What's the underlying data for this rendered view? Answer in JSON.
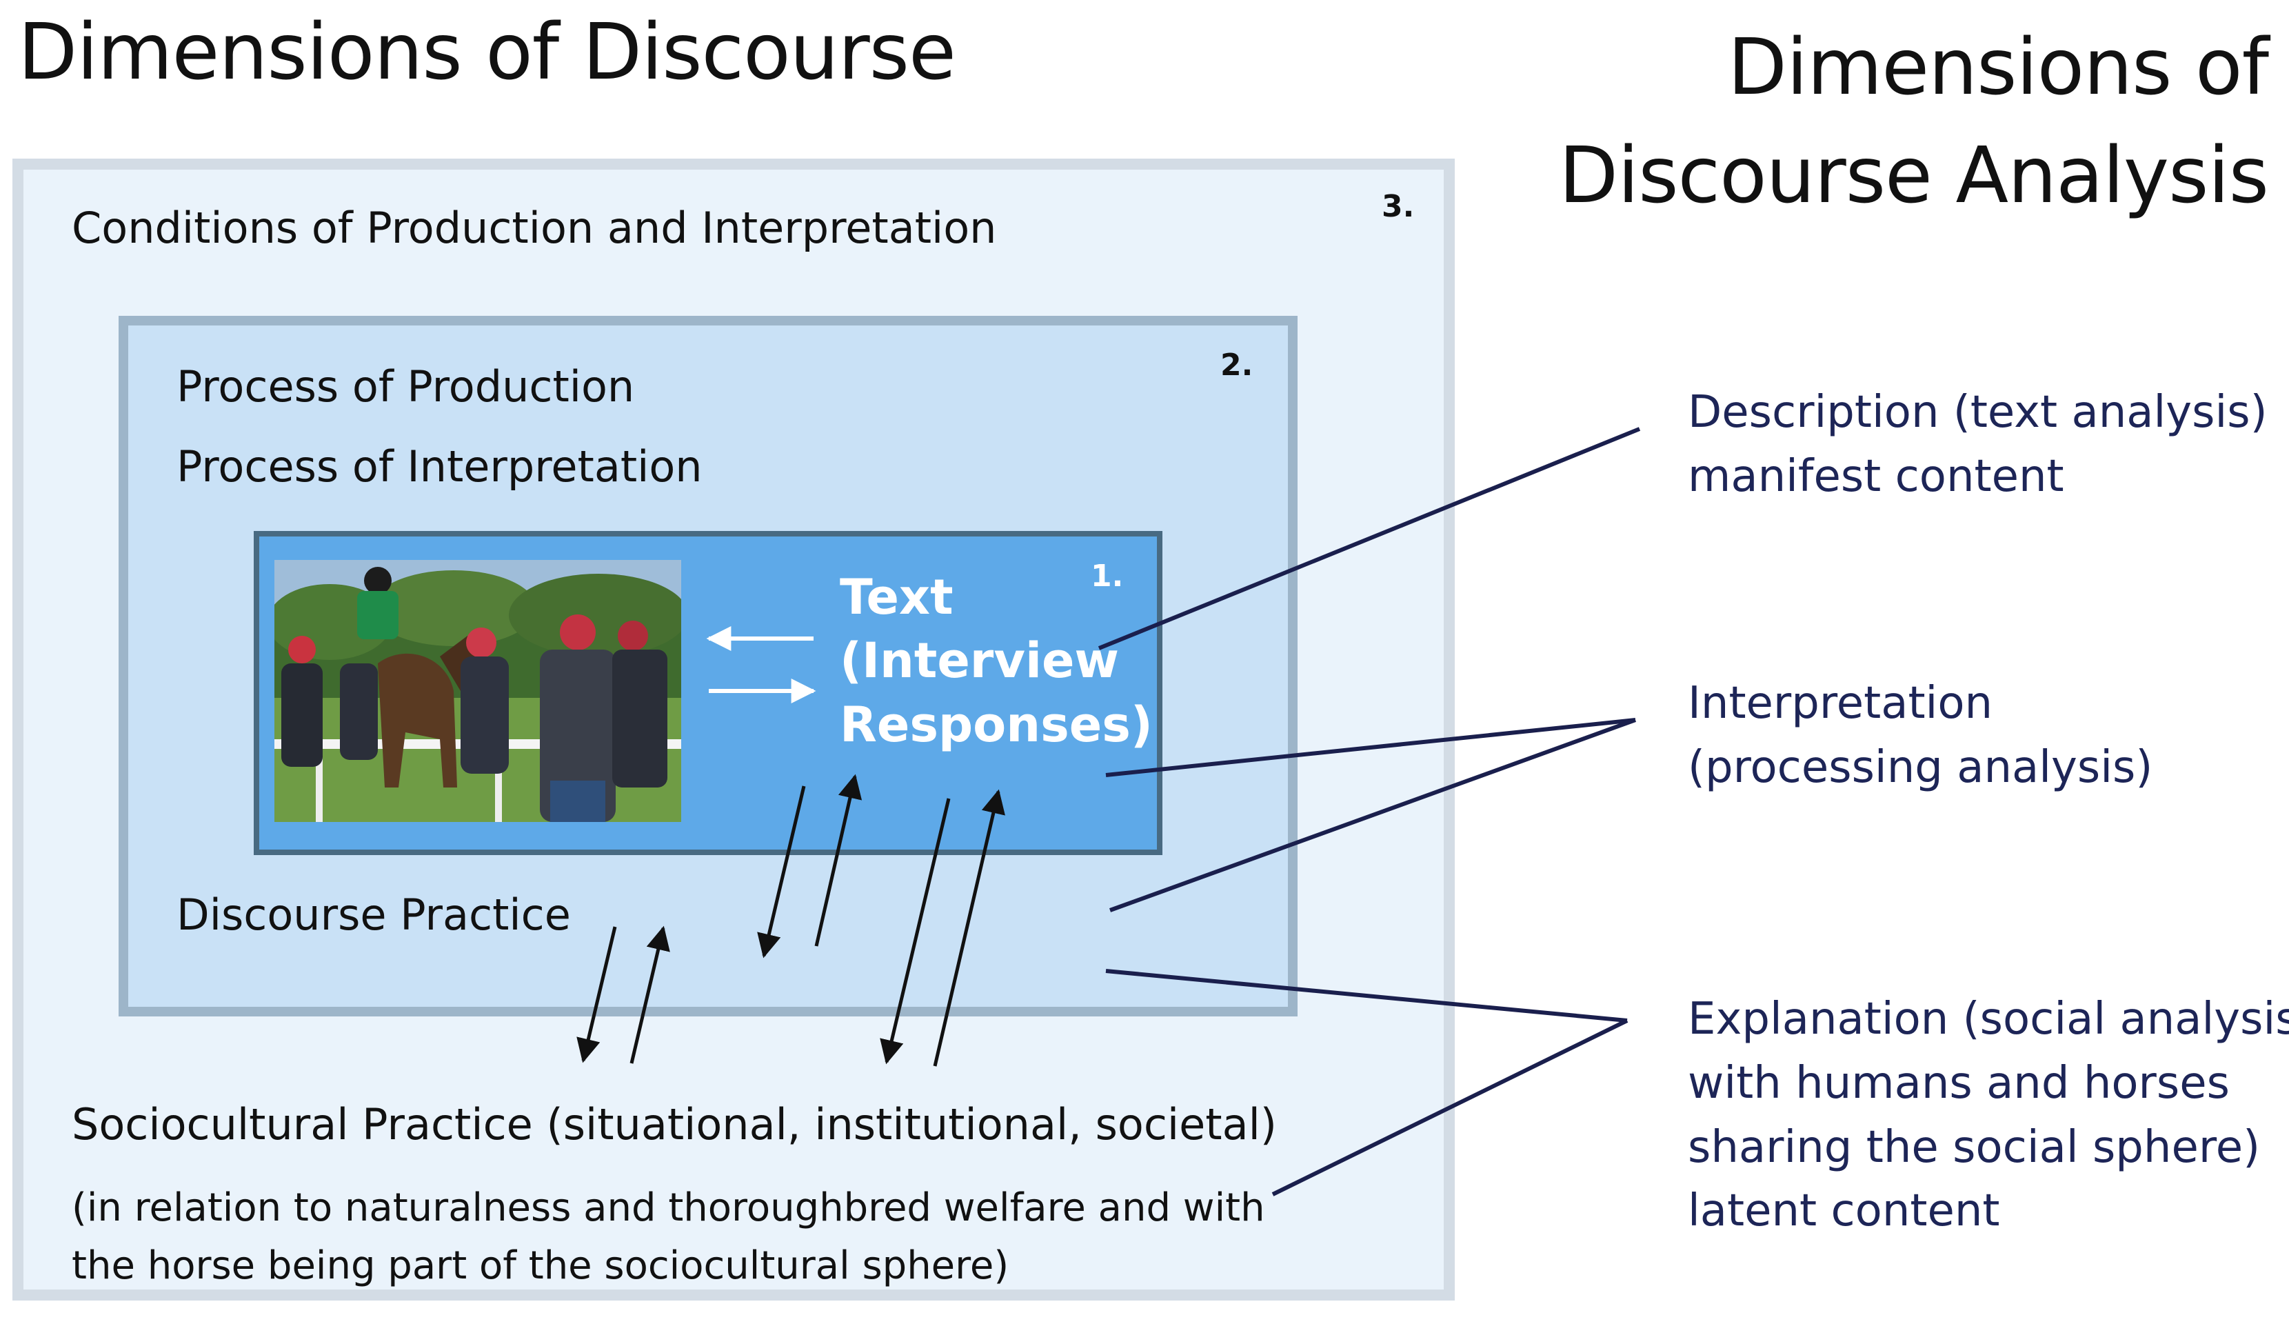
{
  "titles": {
    "left": "Dimensions of Discourse",
    "right_line1": "Dimensions of",
    "right_line2": "Discourse Analysis"
  },
  "outer_box": {
    "number": "3.",
    "heading": "Conditions of Production and Interpretation",
    "sociocultural": "Sociocultural Practice (situational, institutional, societal)",
    "note_line1": "(in relation to naturalness and thoroughbred welfare and with",
    "note_line2": "the horse being part of the sociocultural sphere)"
  },
  "middle_box": {
    "number": "2.",
    "line1": "Process of Production",
    "line2": "Process of Interpretation",
    "discourse_practice": "Discourse Practice"
  },
  "inner_box": {
    "number": "1.",
    "text_line1": "Text",
    "text_line2": "(Interview",
    "text_line3": "Responses)"
  },
  "right_labels": {
    "description_line1": "Description (text analysis)",
    "description_line2": "manifest content",
    "interpretation_line1": "Interpretation",
    "interpretation_line2": "(processing analysis)",
    "explanation_line1": "Explanation (social analysis,",
    "explanation_line2": "with humans and horses",
    "explanation_line3": "sharing the social sphere)",
    "explanation_line4": "latent content"
  },
  "colors": {
    "outer_fill": "#eaf3fb",
    "middle_fill": "#c9e1f6",
    "inner_fill": "#5ea9e8",
    "connector": "#1a1f4d",
    "right_text": "#1d2557"
  }
}
